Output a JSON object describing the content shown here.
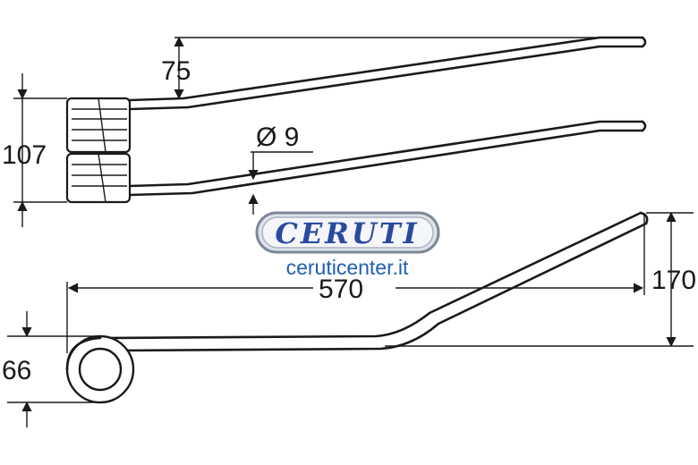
{
  "dimensions": {
    "offset": "75",
    "height_top": "107",
    "wire_diameter": "Ø 9",
    "length": "570",
    "rise": "170",
    "coil_height": "66"
  },
  "watermark": {
    "brand": "CERUTI",
    "website": "ceruticenter.it"
  }
}
